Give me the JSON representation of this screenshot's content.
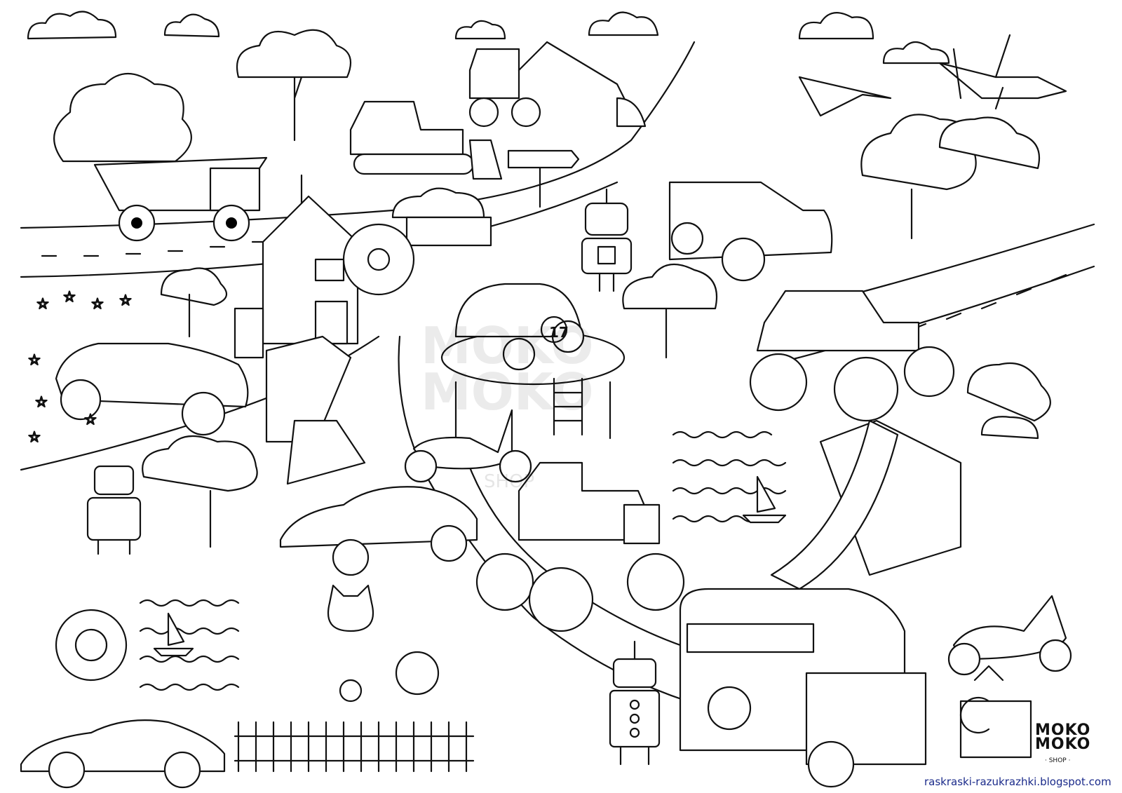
{
  "illustration": {
    "race_car_number": "17",
    "watermark": {
      "line1": "MOKO",
      "line2": "MOKO",
      "line3": "SHOP"
    }
  },
  "logo": {
    "line1": "MOKO",
    "line2": "MOKO",
    "tagline": "· SHOP ·"
  },
  "source_url": "raskraski-razukrazhki.blogspot.com"
}
